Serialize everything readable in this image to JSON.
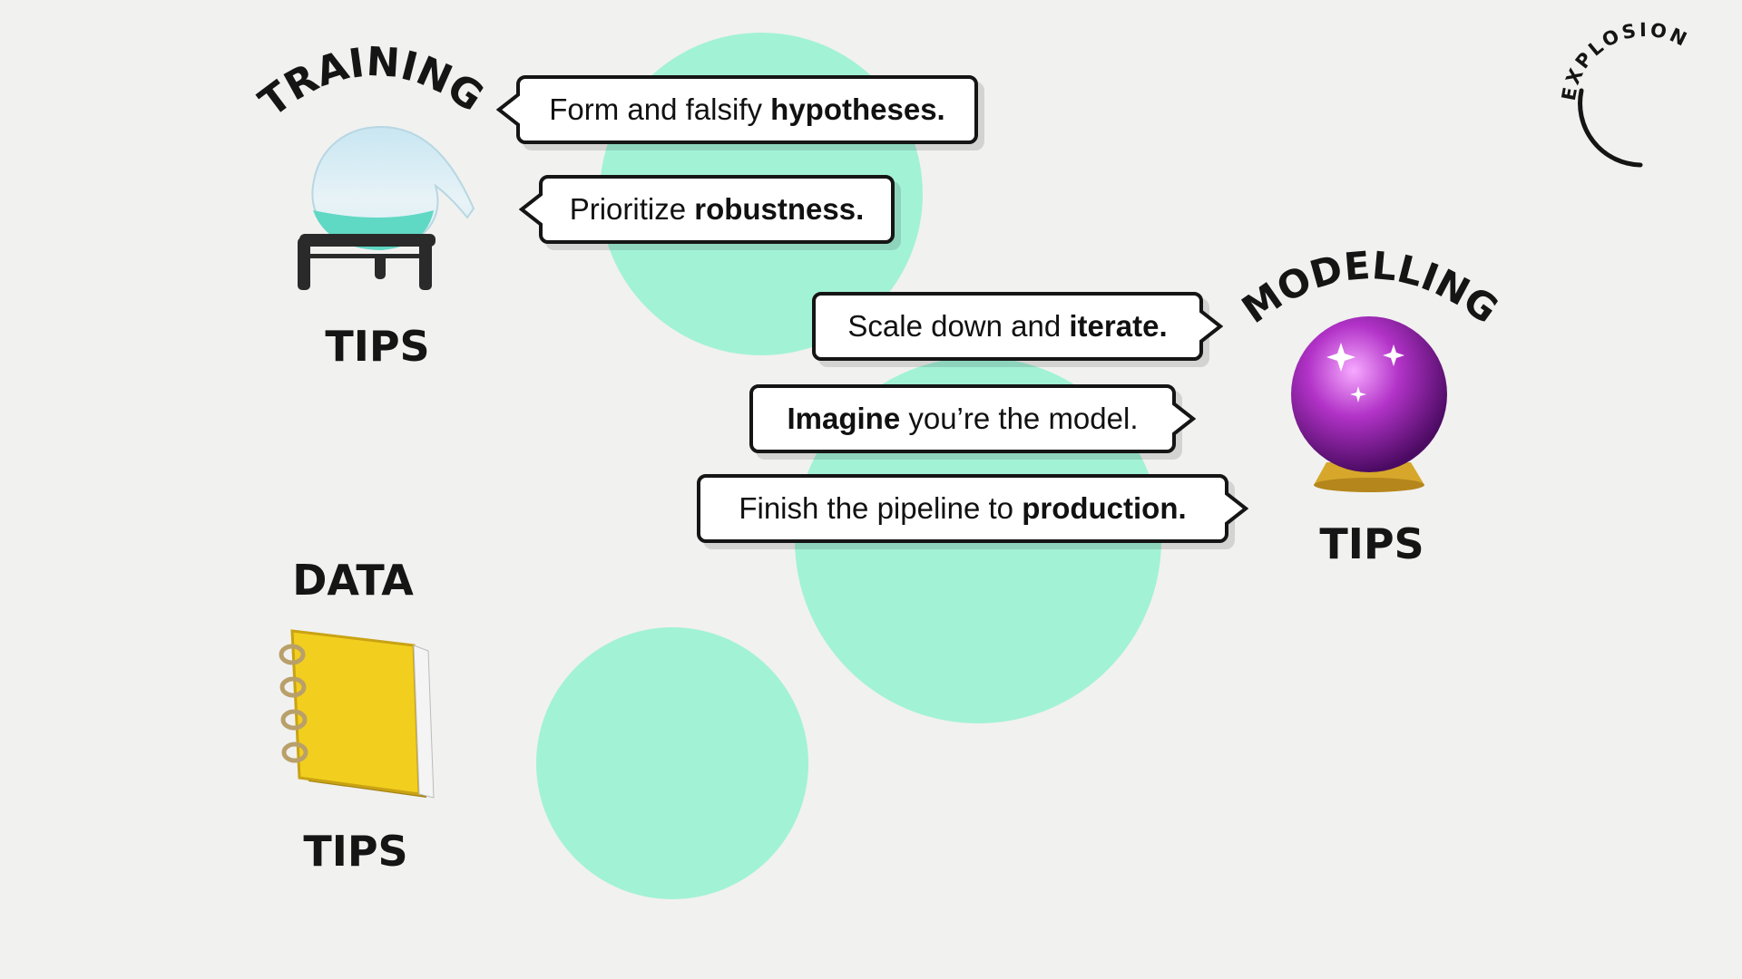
{
  "sections": {
    "training": {
      "title": "TRAINING",
      "subtitle": "TIPS",
      "icon": "flask-icon"
    },
    "modelling": {
      "title": "MODELLING",
      "subtitle": "TIPS",
      "icon": "crystal-ball-icon"
    },
    "data": {
      "title": "DATA",
      "subtitle": "TIPS",
      "icon": "notebook-icon"
    }
  },
  "tips": {
    "t1": {
      "plain": "Form and falsify ",
      "bold": "hypotheses."
    },
    "t2": {
      "plain": "Prioritize ",
      "bold": "robustness."
    },
    "t3": {
      "plain": "Scale down and ",
      "bold": "iterate."
    },
    "t4": {
      "bold": "Imagine",
      "plain": " you’re the model."
    },
    "t5": {
      "plain": "Finish the pipeline to ",
      "bold": "production."
    }
  },
  "logo": {
    "text": "EXPLOSION"
  },
  "colors": {
    "accent": "#a2f2d6",
    "background": "#f1f1f0",
    "ink": "#151515"
  }
}
